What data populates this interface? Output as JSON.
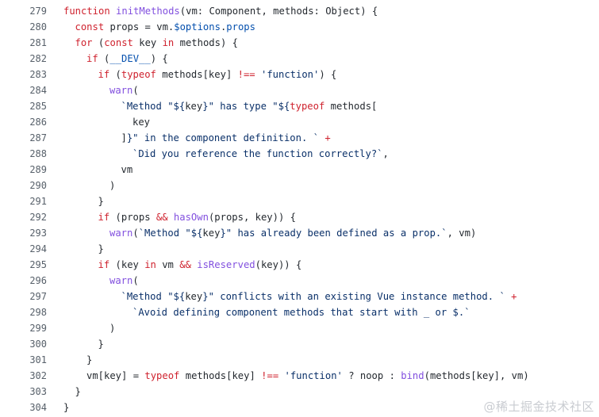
{
  "code": {
    "lines": [
      {
        "num": "279",
        "indent": 0,
        "tokens": [
          [
            "k",
            "function "
          ],
          [
            "f",
            "initMethods"
          ],
          [
            "p",
            "(vm: Component, methods: Object) {"
          ]
        ]
      },
      {
        "num": "280",
        "indent": 1,
        "tokens": [
          [
            "k",
            "const "
          ],
          [
            "p",
            "props = vm."
          ],
          [
            "c",
            "$options"
          ],
          [
            "p",
            "."
          ],
          [
            "c",
            "props"
          ]
        ]
      },
      {
        "num": "281",
        "indent": 1,
        "tokens": [
          [
            "k",
            "for "
          ],
          [
            "p",
            "("
          ],
          [
            "k",
            "const "
          ],
          [
            "p",
            "key "
          ],
          [
            "k",
            "in "
          ],
          [
            "p",
            "methods) {"
          ]
        ]
      },
      {
        "num": "282",
        "indent": 2,
        "tokens": [
          [
            "k",
            "if "
          ],
          [
            "p",
            "("
          ],
          [
            "c",
            "__DEV__"
          ],
          [
            "p",
            ") {"
          ]
        ]
      },
      {
        "num": "283",
        "indent": 3,
        "tokens": [
          [
            "k",
            "if "
          ],
          [
            "p",
            "("
          ],
          [
            "k",
            "typeof "
          ],
          [
            "p",
            "methods[key] "
          ],
          [
            "k",
            "!== "
          ],
          [
            "s",
            "'function'"
          ],
          [
            "p",
            ") {"
          ]
        ]
      },
      {
        "num": "284",
        "indent": 4,
        "tokens": [
          [
            "f",
            "warn"
          ],
          [
            "p",
            "("
          ]
        ]
      },
      {
        "num": "285",
        "indent": 5,
        "tokens": [
          [
            "s",
            "`Method \"${"
          ],
          [
            "p",
            "key"
          ],
          [
            "s",
            "}\" has type \"${"
          ],
          [
            "k",
            "typeof "
          ],
          [
            "p",
            "methods["
          ]
        ]
      },
      {
        "num": "286",
        "indent": 6,
        "tokens": [
          [
            "p",
            "key"
          ]
        ]
      },
      {
        "num": "287",
        "indent": 5,
        "tokens": [
          [
            "p",
            "]"
          ],
          [
            "s",
            "}\" in the component definition. ` "
          ],
          [
            "k",
            "+"
          ]
        ]
      },
      {
        "num": "288",
        "indent": 6,
        "tokens": [
          [
            "s",
            "`Did you reference the function correctly?`"
          ],
          [
            "p",
            ","
          ]
        ]
      },
      {
        "num": "289",
        "indent": 5,
        "tokens": [
          [
            "p",
            "vm"
          ]
        ]
      },
      {
        "num": "290",
        "indent": 4,
        "tokens": [
          [
            "p",
            ")"
          ]
        ]
      },
      {
        "num": "291",
        "indent": 3,
        "tokens": [
          [
            "p",
            "}"
          ]
        ]
      },
      {
        "num": "292",
        "indent": 3,
        "tokens": [
          [
            "k",
            "if "
          ],
          [
            "p",
            "(props "
          ],
          [
            "k",
            "&& "
          ],
          [
            "f",
            "hasOwn"
          ],
          [
            "p",
            "(props, key)) {"
          ]
        ]
      },
      {
        "num": "293",
        "indent": 4,
        "tokens": [
          [
            "f",
            "warn"
          ],
          [
            "p",
            "("
          ],
          [
            "s",
            "`Method \"${"
          ],
          [
            "p",
            "key"
          ],
          [
            "s",
            "}\" has already been defined as a prop.`"
          ],
          [
            "p",
            ", vm)"
          ]
        ]
      },
      {
        "num": "294",
        "indent": 3,
        "tokens": [
          [
            "p",
            "}"
          ]
        ]
      },
      {
        "num": "295",
        "indent": 3,
        "tokens": [
          [
            "k",
            "if "
          ],
          [
            "p",
            "(key "
          ],
          [
            "k",
            "in "
          ],
          [
            "p",
            "vm "
          ],
          [
            "k",
            "&& "
          ],
          [
            "f",
            "isReserved"
          ],
          [
            "p",
            "(key)) {"
          ]
        ]
      },
      {
        "num": "296",
        "indent": 4,
        "tokens": [
          [
            "f",
            "warn"
          ],
          [
            "p",
            "("
          ]
        ]
      },
      {
        "num": "297",
        "indent": 5,
        "tokens": [
          [
            "s",
            "`Method \"${"
          ],
          [
            "p",
            "key"
          ],
          [
            "s",
            "}\" conflicts with an existing Vue instance method. ` "
          ],
          [
            "k",
            "+"
          ]
        ]
      },
      {
        "num": "298",
        "indent": 6,
        "tokens": [
          [
            "s",
            "`Avoid defining component methods that start with _ or $.`"
          ]
        ]
      },
      {
        "num": "299",
        "indent": 4,
        "tokens": [
          [
            "p",
            ")"
          ]
        ]
      },
      {
        "num": "300",
        "indent": 3,
        "tokens": [
          [
            "p",
            "}"
          ]
        ]
      },
      {
        "num": "301",
        "indent": 2,
        "tokens": [
          [
            "p",
            "}"
          ]
        ]
      },
      {
        "num": "302",
        "indent": 2,
        "tokens": [
          [
            "p",
            "vm[key] = "
          ],
          [
            "k",
            "typeof "
          ],
          [
            "p",
            "methods[key] "
          ],
          [
            "k",
            "!== "
          ],
          [
            "s",
            "'function'"
          ],
          [
            "p",
            " ? noop : "
          ],
          [
            "f",
            "bind"
          ],
          [
            "p",
            "(methods[key], vm)"
          ]
        ]
      },
      {
        "num": "303",
        "indent": 1,
        "tokens": [
          [
            "p",
            "}"
          ]
        ]
      },
      {
        "num": "304",
        "indent": 0,
        "tokens": [
          [
            "p",
            "}"
          ]
        ]
      }
    ]
  },
  "watermark": "@稀土掘金技术社区",
  "colors": {
    "keyword": "#cf222e",
    "function": "#8250df",
    "string": "#0a3069",
    "constant": "#0550ae",
    "text": "#24292f",
    "line_number": "#57606a"
  }
}
